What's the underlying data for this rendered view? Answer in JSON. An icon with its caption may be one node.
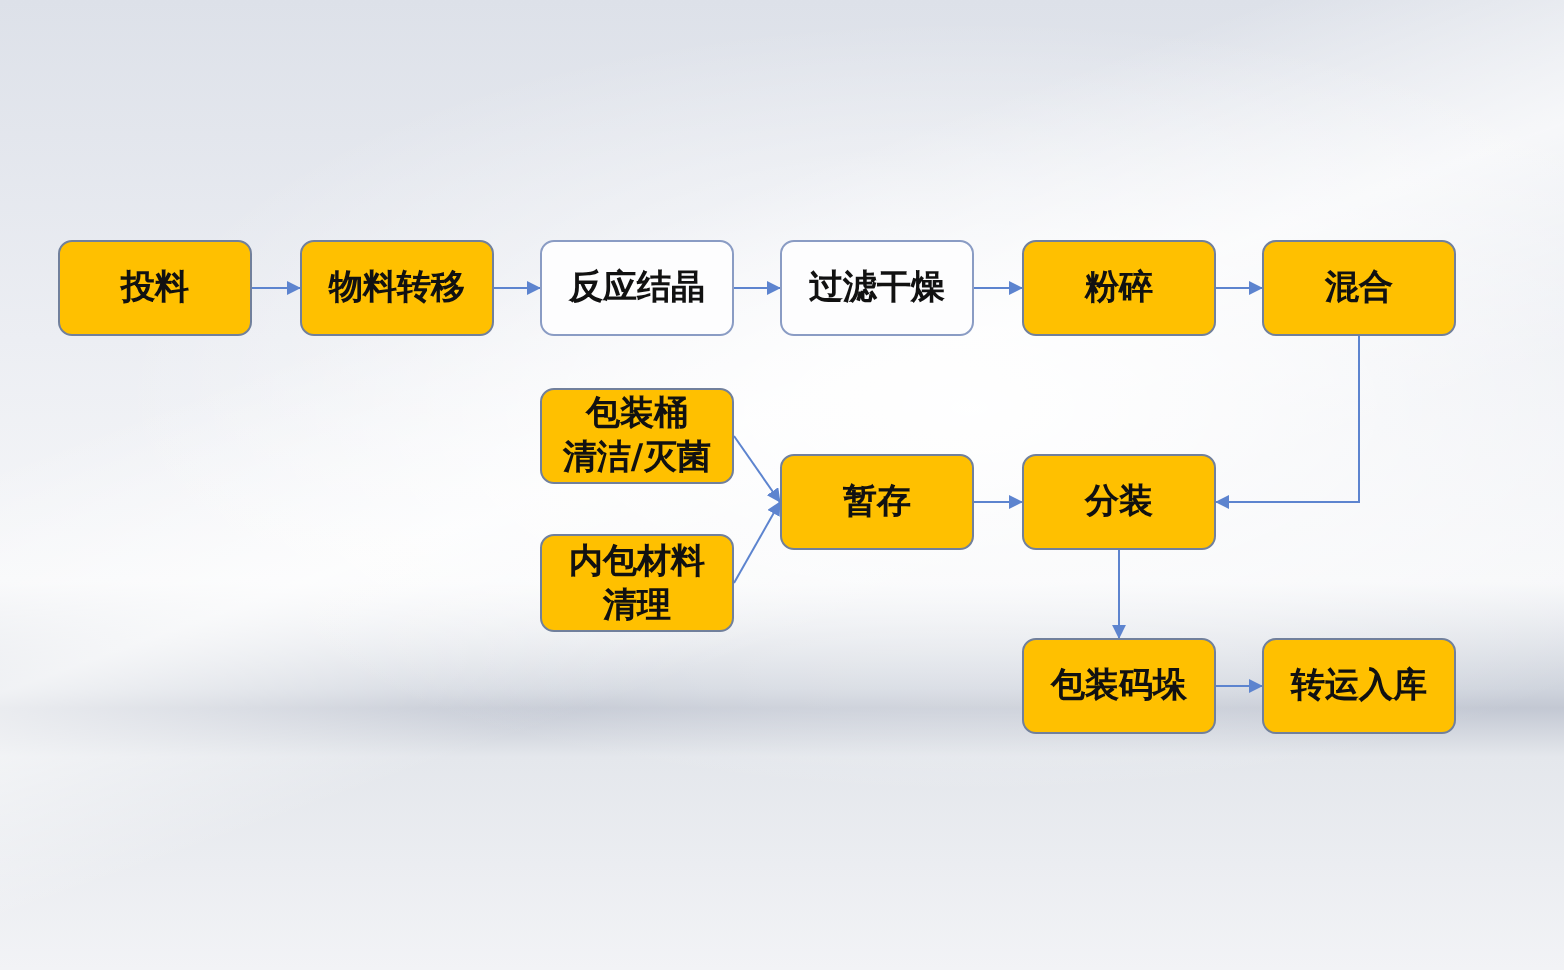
{
  "diagram": {
    "nodes": [
      {
        "text": [
          "投料"
        ]
      },
      {
        "text": [
          "物料转移"
        ]
      },
      {
        "text": [
          "反应结晶"
        ]
      },
      {
        "text": [
          "过滤干燥"
        ]
      },
      {
        "text": [
          "粉碎"
        ]
      },
      {
        "text": [
          "混合"
        ]
      },
      {
        "text": [
          "包装桶清洁/灭菌"
        ]
      },
      {
        "text": [
          "内包材料清理"
        ]
      },
      {
        "text": [
          "暂存"
        ]
      },
      {
        "text": [
          "分装"
        ]
      },
      {
        "text": [
          "包装码垛"
        ]
      },
      {
        "text": [
          "转运入库"
        ]
      }
    ],
    "edges": [
      {
        "from": 0,
        "to": 1,
        "arrow": "to"
      },
      {
        "from": 1,
        "to": 2,
        "arrow": "to"
      },
      {
        "from": 2,
        "to": 3,
        "arrow": "to"
      },
      {
        "from": 3,
        "to": 4,
        "arrow": "to"
      },
      {
        "from": 4,
        "to": 5,
        "arrow": "to"
      },
      {
        "from": 5,
        "to": 9,
        "arrow": "to"
      },
      {
        "from": 6,
        "to": 8,
        "arrow": "to"
      },
      {
        "from": 7,
        "to": 8,
        "arrow": "to"
      },
      {
        "from": 8,
        "to": 9,
        "arrow": "to"
      },
      {
        "from": 9,
        "to": 10,
        "arrow": "to"
      },
      {
        "from": 10,
        "to": 11,
        "arrow": "to"
      }
    ]
  }
}
